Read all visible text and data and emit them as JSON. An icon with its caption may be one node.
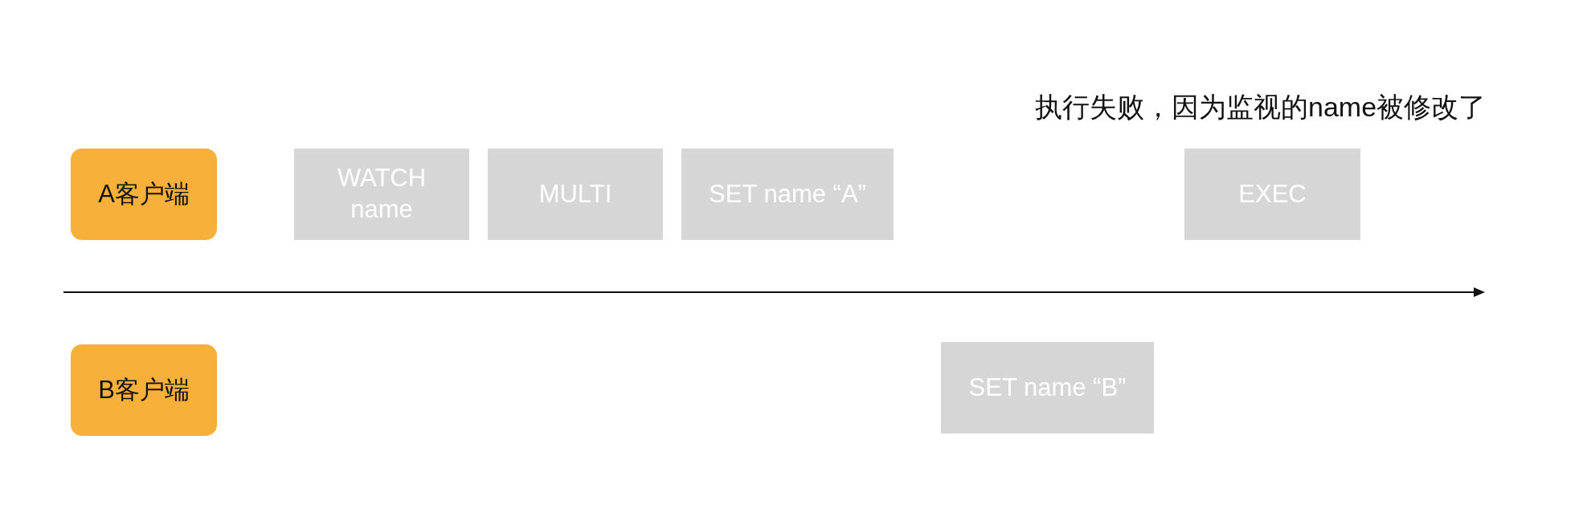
{
  "diagram": {
    "nodes": [
      {
        "text": [
          "A客户端"
        ]
      },
      {
        "text": [
          "WATCH name"
        ]
      },
      {
        "text": [
          "MULTI"
        ]
      },
      {
        "text": [
          "SET name “A”"
        ]
      },
      {
        "text": [
          "EXEC"
        ]
      },
      {
        "text": [
          "B客户端"
        ]
      },
      {
        "text": [
          "SET name “B”"
        ]
      }
    ],
    "labels": [
      "执行失败，因为监视的name被修改了"
    ]
  }
}
